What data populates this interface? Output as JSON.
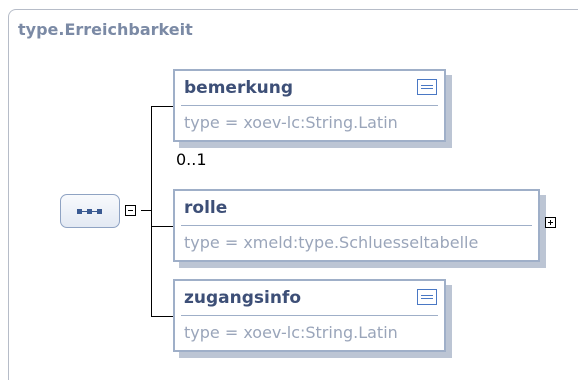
{
  "diagram": {
    "title": "type.Erreichbarkeit",
    "compositor": "sequence",
    "elements": [
      {
        "name": "bemerkung",
        "type": "type = xoev-lc:String.Latin",
        "occurrence": "0..1",
        "has_documentation": true,
        "expandable": false
      },
      {
        "name": "rolle",
        "type": "type = xmeld:type.Schluesseltabelle",
        "occurrence": "",
        "has_documentation": false,
        "expandable": true
      },
      {
        "name": "zugangsinfo",
        "type": "type = xoev-lc:String.Latin",
        "occurrence": "",
        "has_documentation": true,
        "expandable": false
      }
    ]
  },
  "icons": {
    "sequence": "sequence-compositor-icon",
    "collapse": "minus-box-icon",
    "expand": "plus-box-icon",
    "documentation": "documentation-icon"
  },
  "colors": {
    "title": "#7b8aa5",
    "element_name": "#3d4f77",
    "type_text": "#9aa5ba",
    "box_border": "#9fafc8",
    "doc_icon": "#4a78c4"
  }
}
